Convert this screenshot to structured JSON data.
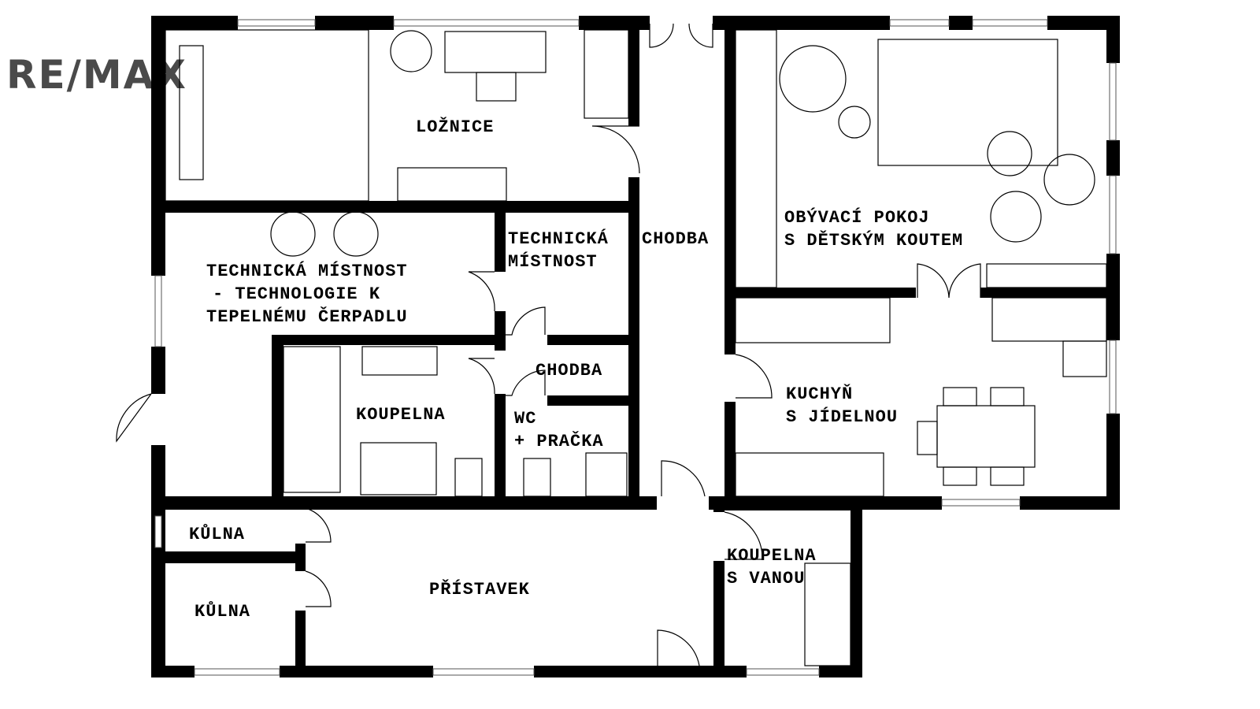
{
  "logo": {
    "text": "RE/MAX"
  },
  "rooms": {
    "loznice": "LOŽNICE",
    "tech_big_1": "TECHNICKÁ MÍSTNOST",
    "tech_big_2": "- TECHNOLOGIE K",
    "tech_big_3": "TEPELNÉMU ČERPADLU",
    "tech_small_1": "TECHNICKÁ",
    "tech_small_2": "MÍSTNOST",
    "chodba_main": "CHODBA",
    "chodba_small": "CHODBA",
    "obyvaci_1": "OBÝVACÍ POKOJ",
    "obyvaci_2": "S DĚTSKÝM KOUTEM",
    "koupelna": "KOUPELNA",
    "wc_1": "WC",
    "wc_2": "+ PRAČKA",
    "kuchyn_1": "KUCHYŇ",
    "kuchyn_2": "S JÍDELNOU",
    "kulna_1": "KŮLNA",
    "kulna_2": "KŮLNA",
    "pristavek": "PŘÍSTAVEK",
    "koupelna_vana_1": "KOUPELNA",
    "koupelna_vana_2": "S VANOU"
  }
}
